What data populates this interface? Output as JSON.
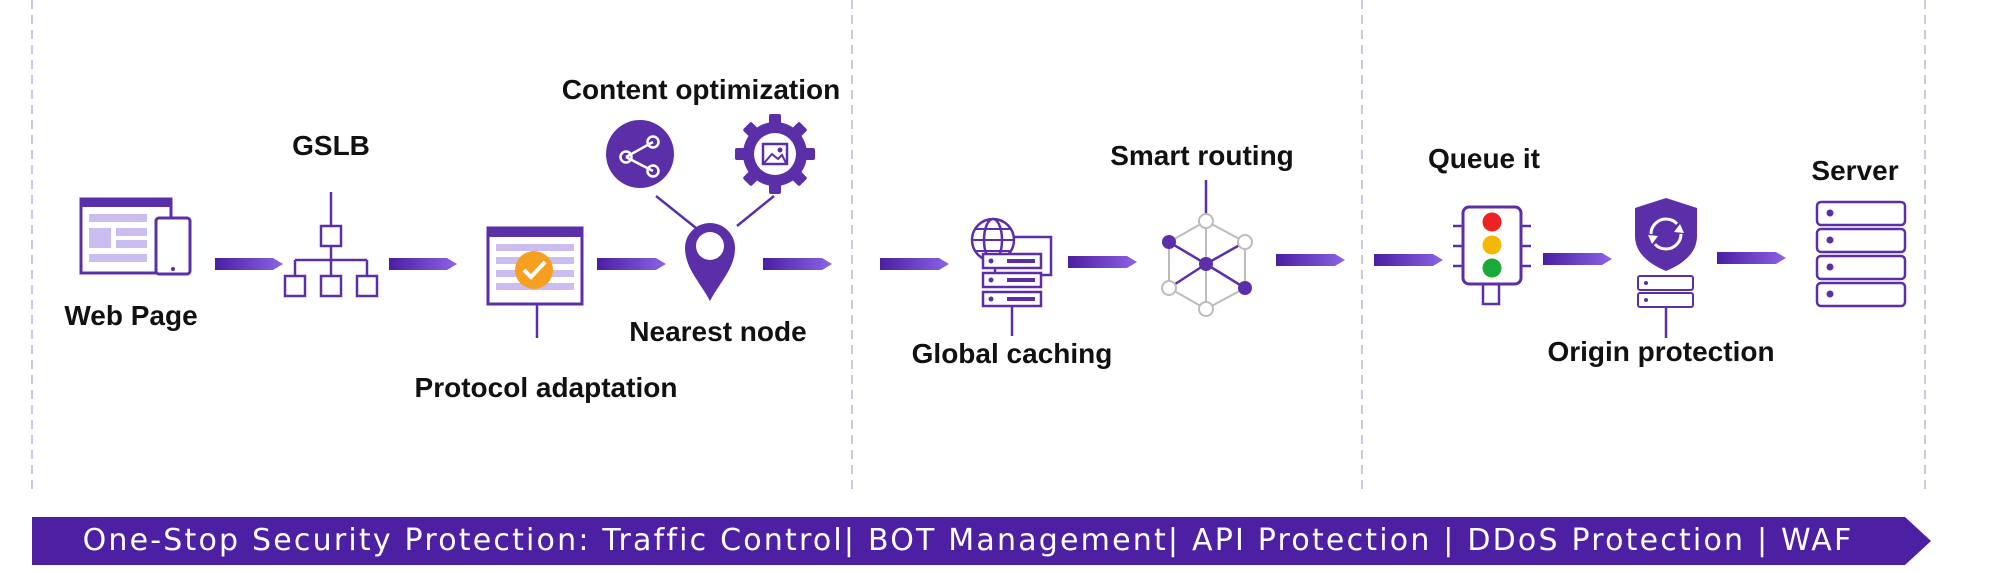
{
  "labels": {
    "web_page": "Web Page",
    "gslb": "GSLB",
    "protocol_adaptation": "Protocol adaptation",
    "content_optimization": "Content optimization",
    "nearest_node": "Nearest node",
    "global_caching": "Global caching",
    "smart_routing": "Smart routing",
    "queue_it": "Queue it",
    "origin_protection": "Origin protection",
    "server": "Server"
  },
  "banner": {
    "text": "One-Stop Security Protection: Traffic Control| BOT Management| API Protection | DDoS Protection | WAF"
  },
  "colors": {
    "primary": "#5b2fa8",
    "light": "#cbbdf0",
    "banner": "#4c1fa3",
    "divider": "#c9c9e6",
    "check": "#f5a020",
    "red": "#ee2222",
    "yellow": "#f5b800",
    "green": "#1aaa3a"
  },
  "icons": [
    "webpage-icon",
    "gslb-tree-icon",
    "browser-check-icon",
    "share-icon",
    "gear-image-icon",
    "location-pin-icon",
    "globe-server-icon",
    "network-graph-icon",
    "traffic-light-icon",
    "shield-server-icon",
    "server-rack-icon"
  ]
}
